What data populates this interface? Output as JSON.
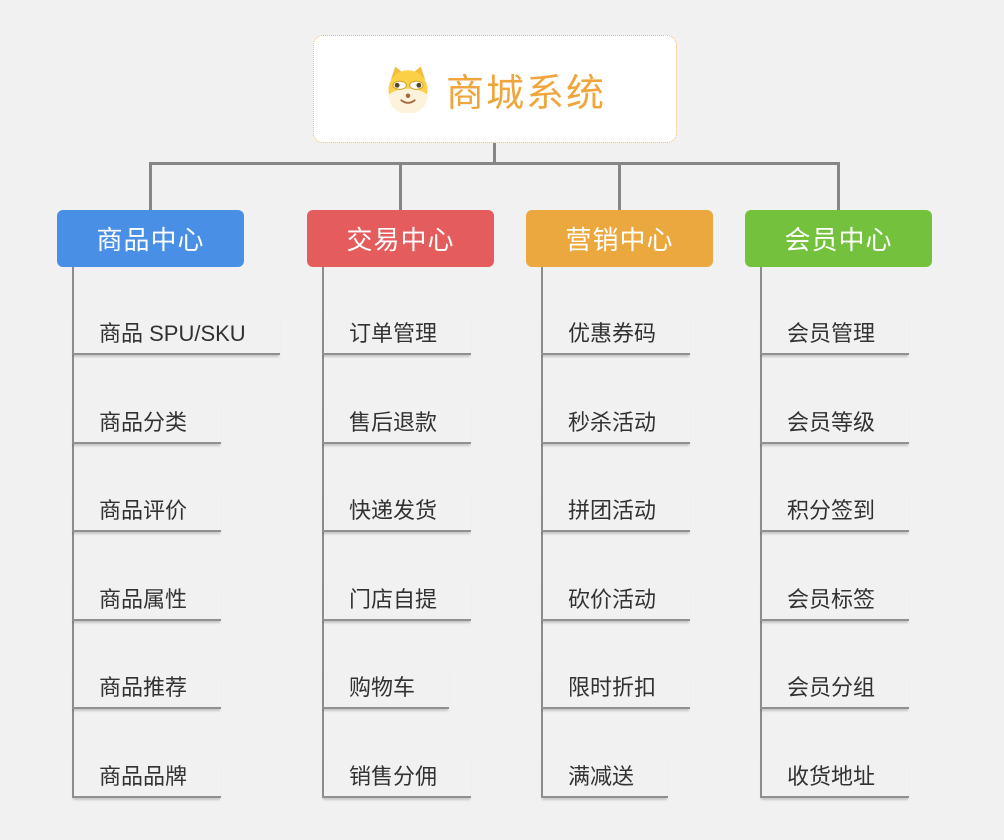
{
  "page": {
    "background_color": "#f1f1f1",
    "connector_color": "#868686",
    "subtopic_text_color": "#323232",
    "subtopic_line_color": "#909090"
  },
  "root": {
    "title": "商城系统",
    "icon": "doge-icon",
    "text_color": "#f0a63d",
    "border_color": "#f2b95f",
    "background": "#ffffff"
  },
  "branches": [
    {
      "label": "商品中心",
      "color": "#4a8fe6",
      "items": [
        "商品 SPU/SKU",
        "商品分类",
        "商品评价",
        "商品属性",
        "商品推荐",
        "商品品牌"
      ]
    },
    {
      "label": "交易中心",
      "color": "#e55c5c",
      "items": [
        "订单管理",
        "售后退款",
        "快递发货",
        "门店自提",
        "购物车",
        "销售分佣"
      ]
    },
    {
      "label": "营销中心",
      "color": "#eaa83e",
      "items": [
        "优惠券码",
        "秒杀活动",
        "拼团活动",
        "砍价活动",
        "限时折扣",
        "满减送"
      ]
    },
    {
      "label": "会员中心",
      "color": "#74c13e",
      "items": [
        "会员管理",
        "会员等级",
        "积分签到",
        "会员标签",
        "会员分组",
        "收货地址"
      ]
    }
  ]
}
